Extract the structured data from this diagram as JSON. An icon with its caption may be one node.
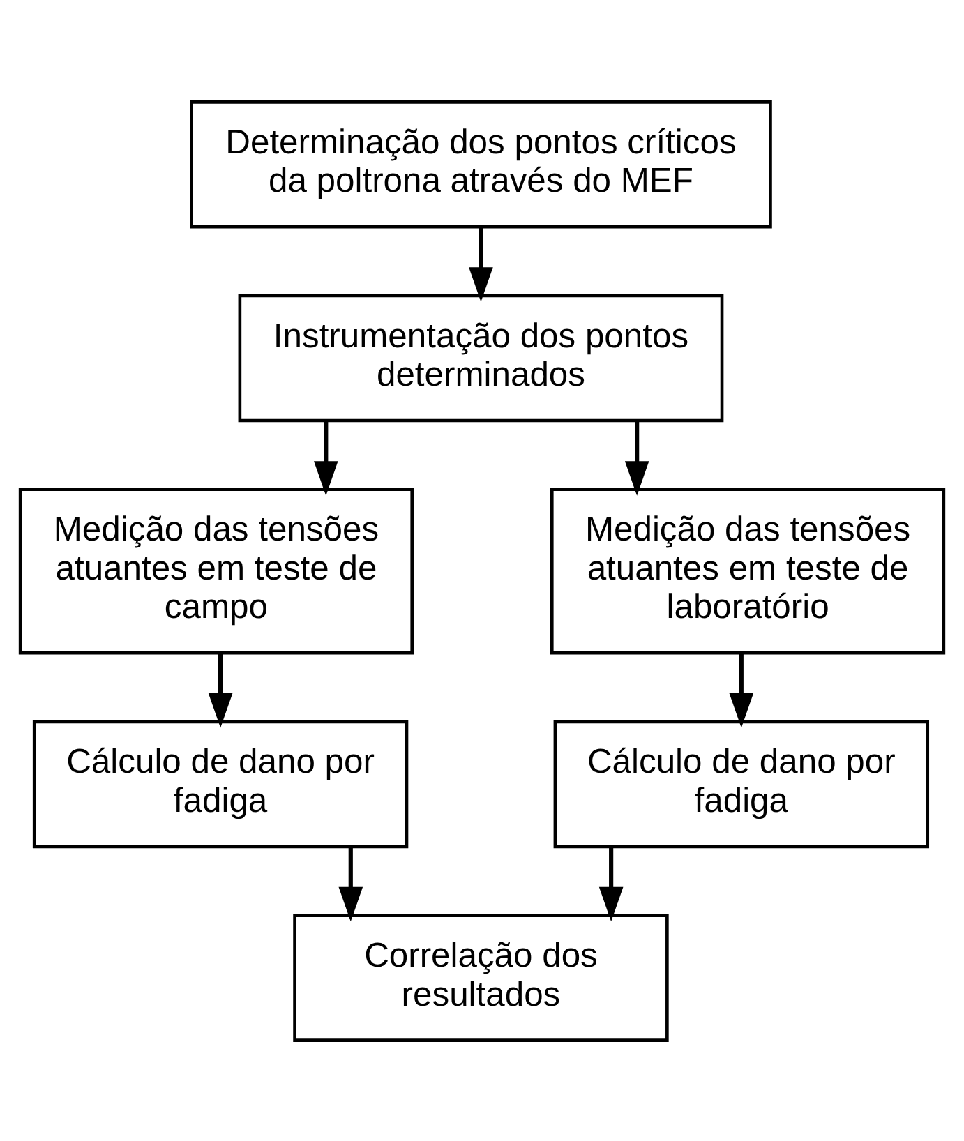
{
  "diagram": {
    "nodes": [
      {
        "text": [
          "Determinação dos pontos críticos da poltrona através do MEF"
        ]
      },
      {
        "text": [
          "Instrumentação dos pontos determinados"
        ]
      },
      {
        "text": [
          "Medição das tensões atuantes em teste de campo"
        ]
      },
      {
        "text": [
          "Medição das tensões atuantes em teste de laboratório"
        ]
      },
      {
        "text": [
          "Cálculo de dano por fadiga"
        ]
      },
      {
        "text": [
          "Cálculo de dano por fadiga"
        ]
      },
      {
        "text": [
          "Correlação dos resultados"
        ]
      }
    ],
    "edges": [
      {
        "from": 0,
        "to": 1,
        "arrow": "to"
      },
      {
        "from": 1,
        "to": 2,
        "arrow": "to"
      },
      {
        "from": 1,
        "to": 3,
        "arrow": "to"
      },
      {
        "from": 2,
        "to": 4,
        "arrow": "to"
      },
      {
        "from": 3,
        "to": 5,
        "arrow": "to"
      },
      {
        "from": 4,
        "to": 6,
        "arrow": "to"
      },
      {
        "from": 5,
        "to": 6,
        "arrow": "to"
      }
    ]
  }
}
